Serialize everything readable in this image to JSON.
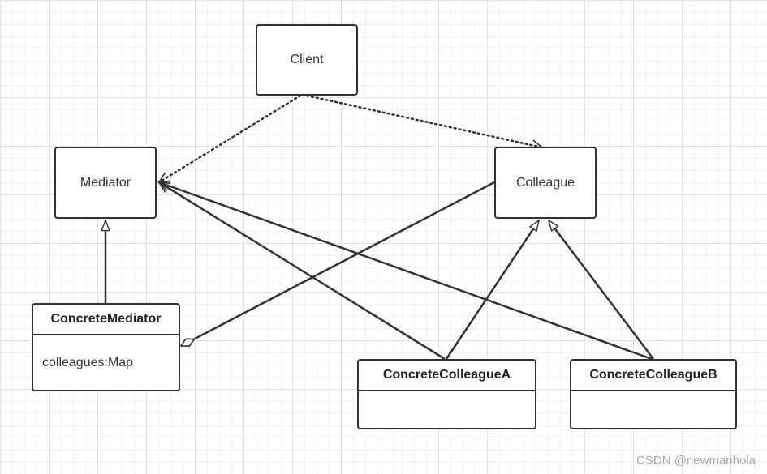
{
  "classes": {
    "client": "Client",
    "mediator": "Mediator",
    "colleague": "Colleague",
    "concrete_mediator": {
      "name": "ConcreteMediator",
      "attribute": "colleagues:Map"
    },
    "concrete_colleague_a": {
      "name": "ConcreteColleagueA",
      "attribute": ""
    },
    "concrete_colleague_b": {
      "name": "ConcreteColleagueB",
      "attribute": ""
    }
  },
  "relationships": [
    {
      "from": "Client",
      "to": "Mediator",
      "kind": "dependency"
    },
    {
      "from": "Client",
      "to": "Colleague",
      "kind": "dependency"
    },
    {
      "from": "ConcreteMediator",
      "to": "Mediator",
      "kind": "generalization"
    },
    {
      "from": "ConcreteColleagueA",
      "to": "Colleague",
      "kind": "generalization"
    },
    {
      "from": "ConcreteColleagueB",
      "to": "Colleague",
      "kind": "generalization"
    },
    {
      "from": "ConcreteColleagueA",
      "to": "Mediator",
      "kind": "association"
    },
    {
      "from": "ConcreteColleagueB",
      "to": "Mediator",
      "kind": "association"
    },
    {
      "from": "Colleague",
      "to": "ConcreteMediator",
      "kind": "aggregation"
    }
  ],
  "colors": {
    "stroke": "#323232",
    "grid_major": "#e2e2e2",
    "grid_minor": "#f2f2f2",
    "background": "#ffffff"
  },
  "watermark": "CSDN @newmanhola"
}
